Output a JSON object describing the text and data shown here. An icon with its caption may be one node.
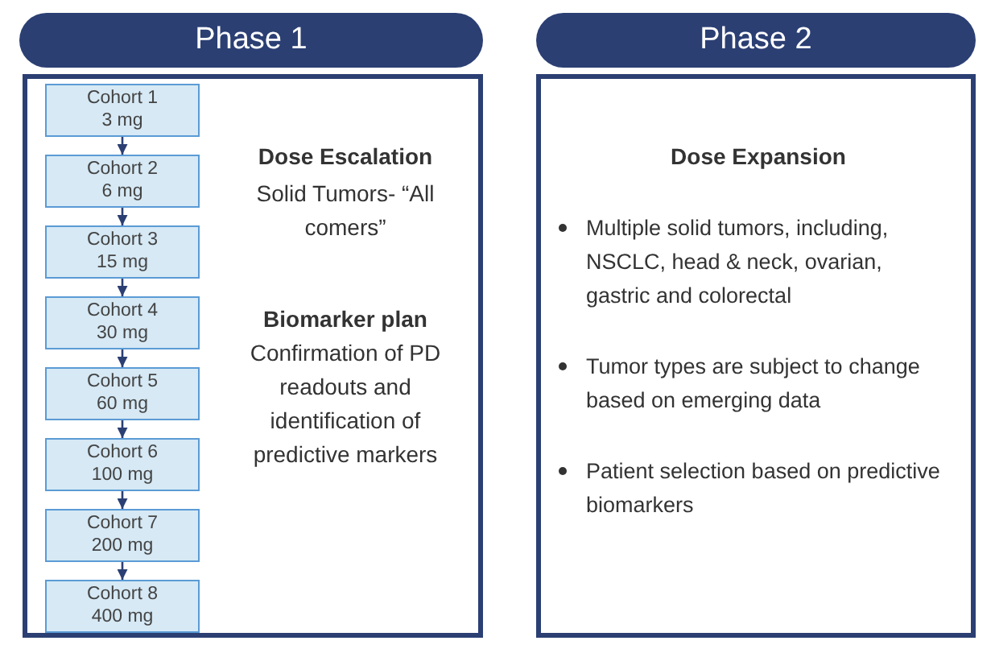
{
  "diagram": {
    "nodes": [
      {
        "text": [
          "Phase 1"
        ]
      },
      {
        "text": [
          "Dose Escalation",
          "Solid Tumors- “All comers”",
          "Biomarker plan",
          "Confirmation of PD readouts and identification of predictive markers"
        ]
      },
      {
        "text": [
          "Cohort 1",
          "3 mg"
        ],
        "in": 1
      },
      {
        "text": [
          "Cohort 2",
          "6 mg"
        ],
        "in": 1
      },
      {
        "text": [
          "Cohort 3",
          "15 mg"
        ],
        "in": 1
      },
      {
        "text": [
          "Cohort 4",
          "30 mg"
        ],
        "in": 1
      },
      {
        "text": [
          "Cohort 5",
          "60 mg"
        ],
        "in": 1
      },
      {
        "text": [
          "Cohort 6",
          "100 mg"
        ],
        "in": 1
      },
      {
        "text": [
          "Cohort 7",
          "200 mg"
        ],
        "in": 1
      },
      {
        "text": [
          "Cohort 8",
          "400 mg"
        ],
        "in": 1
      },
      {
        "text": [
          "Phase 2"
        ]
      },
      {
        "text": [
          "Dose Expansion",
          "Multiple solid tumors, including, NSCLC, head & neck, ovarian, gastric and colorectal",
          "Tumor types are subject to change based on emerging data",
          "Patient selection based on predictive biomarkers"
        ]
      }
    ],
    "edges": [
      {
        "from": 2,
        "to": 3,
        "arrow": "to"
      },
      {
        "from": 3,
        "to": 4,
        "arrow": "to"
      },
      {
        "from": 4,
        "to": 5,
        "arrow": "to"
      },
      {
        "from": 5,
        "to": 6,
        "arrow": "to"
      },
      {
        "from": 6,
        "to": 7,
        "arrow": "to"
      },
      {
        "from": 7,
        "to": 8,
        "arrow": "to"
      },
      {
        "from": 8,
        "to": 9,
        "arrow": "to"
      }
    ]
  }
}
